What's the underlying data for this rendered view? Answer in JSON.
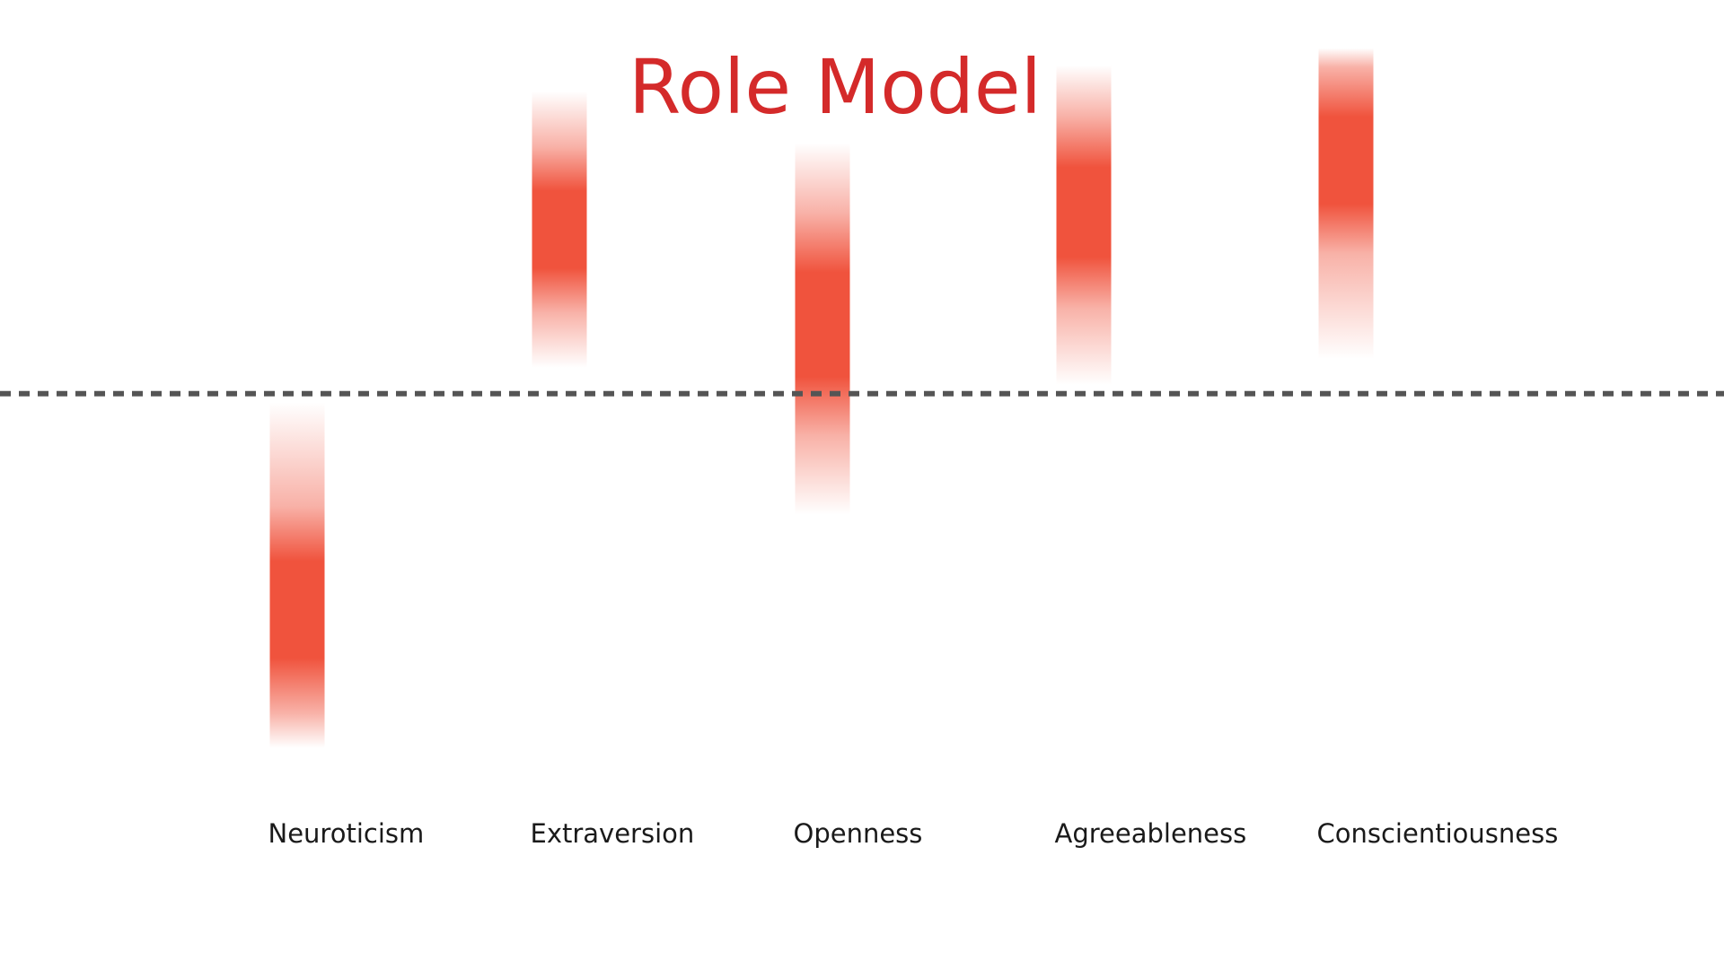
{
  "chart_data": {
    "type": "bar",
    "title": "Role Model",
    "xlabel": "",
    "ylabel": "",
    "categories": [
      "Neuroticism",
      "Extraversion",
      "Openness",
      "Agreeableness",
      "Conscientiousness"
    ],
    "series": [
      {
        "ranges": [
          [
            -4.1,
            -0.1
          ],
          [
            0.3,
            3.5
          ],
          [
            -1.4,
            2.9
          ],
          [
            0.1,
            3.8
          ],
          [
            0.4,
            4.0
          ]
        ],
        "peaks": [
          -2.5,
          1.9,
          0.8,
          2.1,
          2.7
        ]
      }
    ],
    "ylim": [
      -4.5,
      4.1
    ],
    "baseline": 0,
    "baseline_style": "dashed",
    "grid": false,
    "legend": "none",
    "colors": {
      "title": "#D42A2A",
      "bar": "#F0533D",
      "baseline": "#555555",
      "label": "#1a1a1a"
    }
  }
}
